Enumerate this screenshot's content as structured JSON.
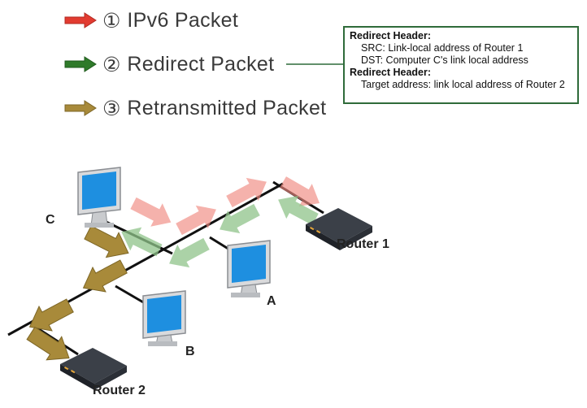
{
  "legend": {
    "items": [
      {
        "num": "①",
        "label": "IPv6 Packet",
        "color": "#e23b30"
      },
      {
        "num": "②",
        "label": "Redirect Packet",
        "color": "#2f7a2a"
      },
      {
        "num": "③",
        "label": "Retransmitted Packet",
        "color": "#a88a3a"
      }
    ]
  },
  "callout": {
    "header1": "Redirect Header:",
    "src": "SRC: Link-local address of Router 1",
    "dst": "DST: Computer C's link local address",
    "header2": "Redirect Header:",
    "target": "Target address: link local address of Router 2"
  },
  "nodes": {
    "c": "C",
    "a": "A",
    "b": "B",
    "router1": "Router 1",
    "router2": "Router 2"
  },
  "colors": {
    "ipv6": "#f08a80",
    "redirect": "#8fc48a",
    "retransmit": "#a88a3a",
    "monitor_screen": "#1e8fe0",
    "router_body": "#2b2f36"
  }
}
